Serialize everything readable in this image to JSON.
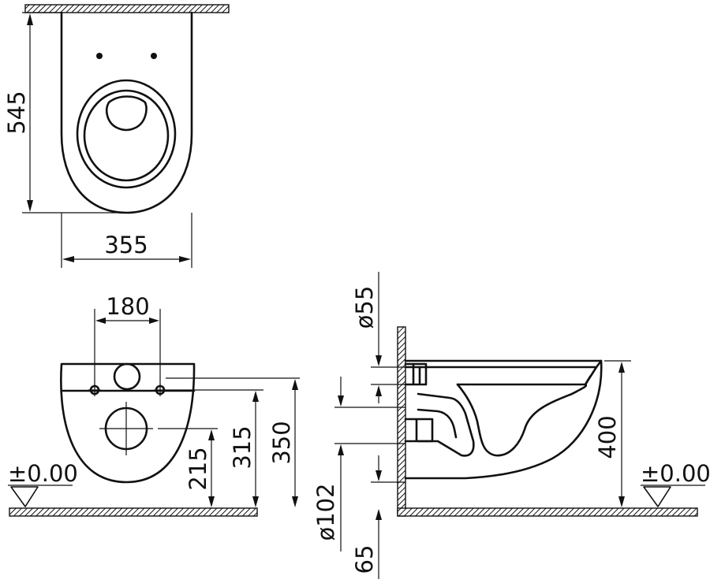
{
  "top_view": {
    "depth_label": "545",
    "width_label": "355"
  },
  "front_view": {
    "bolt_spacing_label": "180",
    "outlet_height_label": "215",
    "bolt_height_label": "315",
    "top_height_label": "350",
    "floor_level_label": "±0.00"
  },
  "side_view": {
    "inlet_diameter_label": "ø55",
    "outlet_diameter_label": "ø102",
    "floor_offset_label": "65",
    "rim_height_label": "400",
    "floor_level_label": "±0.00"
  }
}
